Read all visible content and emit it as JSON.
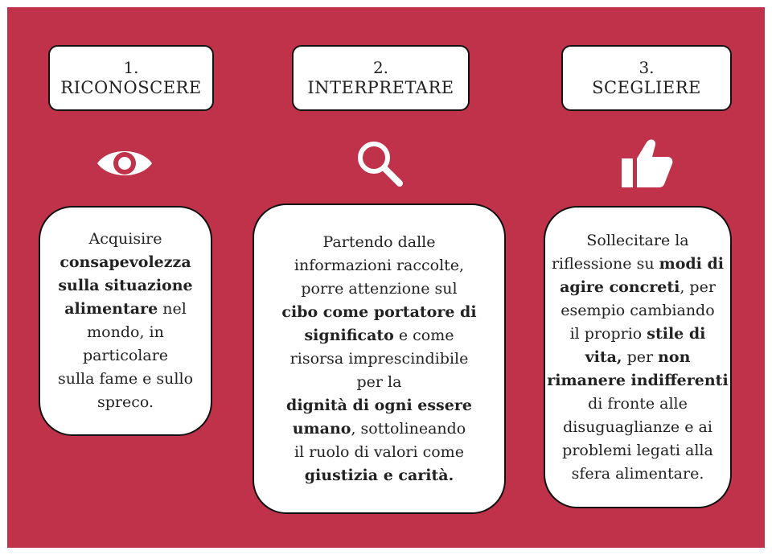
{
  "steps": [
    {
      "number": "1.",
      "title": "RICONOSCERE",
      "icon": "eye-icon",
      "text": [
        {
          "t": "Acquisire",
          "b": false,
          "br": true
        },
        {
          "t": "consapevolezza",
          "b": true,
          "br": true
        },
        {
          "t": "sulla situazione",
          "b": true,
          "br": true
        },
        {
          "t": "alimentare",
          "b": true,
          "br": false
        },
        {
          "t": " nel",
          "b": false,
          "br": true
        },
        {
          "t": "mondo, in",
          "b": false,
          "br": true
        },
        {
          "t": "particolare",
          "b": false,
          "br": true
        },
        {
          "t": "sulla fame e sullo",
          "b": false,
          "br": true
        },
        {
          "t": "spreco.",
          "b": false,
          "br": false
        }
      ]
    },
    {
      "number": "2.",
      "title": "INTERPRETARE",
      "icon": "magnifier-icon",
      "text": [
        {
          "t": "Partendo dalle",
          "b": false,
          "br": true
        },
        {
          "t": "informazioni raccolte,",
          "b": false,
          "br": true
        },
        {
          "t": "porre attenzione sul",
          "b": false,
          "br": true
        },
        {
          "t": "cibo come portatore di",
          "b": true,
          "br": true
        },
        {
          "t": "significato",
          "b": true,
          "br": false
        },
        {
          "t": " e come",
          "b": false,
          "br": true
        },
        {
          "t": "risorsa imprescindibile",
          "b": false,
          "br": true
        },
        {
          "t": "per la",
          "b": false,
          "br": true
        },
        {
          "t": "dignità di ogni essere",
          "b": true,
          "br": true
        },
        {
          "t": "umano",
          "b": true,
          "br": false
        },
        {
          "t": ", sottolineando",
          "b": false,
          "br": true
        },
        {
          "t": "il ruolo di valori come",
          "b": false,
          "br": true
        },
        {
          "t": "giustizia e carità.",
          "b": true,
          "br": false
        }
      ]
    },
    {
      "number": "3.",
      "title": "SCEGLIERE",
      "icon": "thumbs-up-icon",
      "text": [
        {
          "t": "Sollecitare la",
          "b": false,
          "br": true
        },
        {
          "t": "riflessione su ",
          "b": false,
          "br": false
        },
        {
          "t": "modi di",
          "b": true,
          "br": true
        },
        {
          "t": "agire concreti",
          "b": true,
          "br": false
        },
        {
          "t": ", per",
          "b": false,
          "br": true
        },
        {
          "t": "esempio cambiando",
          "b": false,
          "br": true
        },
        {
          "t": "il proprio ",
          "b": false,
          "br": false
        },
        {
          "t": "stile di",
          "b": true,
          "br": true
        },
        {
          "t": "vita,",
          "b": true,
          "br": false
        },
        {
          "t": " per ",
          "b": false,
          "br": false
        },
        {
          "t": "non",
          "b": true,
          "br": true
        },
        {
          "t": "rimanere indifferenti",
          "b": true,
          "br": true
        },
        {
          "t": "di fronte alle",
          "b": false,
          "br": true
        },
        {
          "t": "disuguaglianze e ai",
          "b": false,
          "br": true
        },
        {
          "t": "problemi legati alla",
          "b": false,
          "br": true
        },
        {
          "t": "sfera alimentare.",
          "b": false,
          "br": false
        }
      ]
    }
  ],
  "colors": {
    "background": "#c0314a",
    "card": "#ffffff",
    "border": "#111111",
    "text": "#222222",
    "icon": "#ffffff"
  }
}
